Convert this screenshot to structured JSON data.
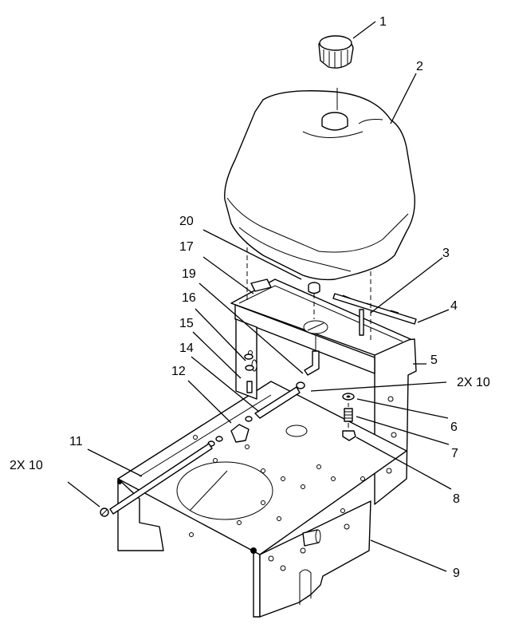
{
  "callouts": [
    {
      "id": "1",
      "text": "1"
    },
    {
      "id": "2",
      "text": "2"
    },
    {
      "id": "3",
      "text": "3"
    },
    {
      "id": "4",
      "text": "4"
    },
    {
      "id": "5",
      "text": "5"
    },
    {
      "id": "6",
      "text": "6"
    },
    {
      "id": "7",
      "text": "7"
    },
    {
      "id": "8",
      "text": "8"
    },
    {
      "id": "9",
      "text": "9"
    },
    {
      "id": "2x10-right",
      "text": "2X 10"
    },
    {
      "id": "11",
      "text": "11"
    },
    {
      "id": "2x10-left",
      "text": "2X 10"
    },
    {
      "id": "12",
      "text": "12"
    },
    {
      "id": "14",
      "text": "14"
    },
    {
      "id": "15",
      "text": "15"
    },
    {
      "id": "16",
      "text": "16"
    },
    {
      "id": "17",
      "text": "17"
    },
    {
      "id": "19",
      "text": "19"
    },
    {
      "id": "20",
      "text": "20"
    }
  ],
  "colors": {
    "line": "#000000",
    "background": "#ffffff"
  }
}
